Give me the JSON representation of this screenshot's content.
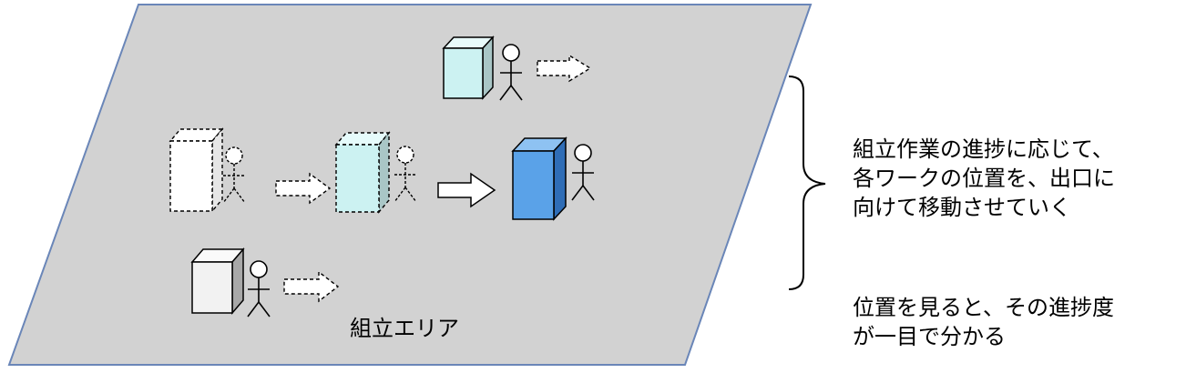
{
  "area": {
    "label": "組立エリア",
    "floor_color": "#d2d2d2",
    "border_color": "#6a86b8"
  },
  "notes": {
    "progress": [
      "組立作業の進捗に応じて、",
      "各ワークの位置を、出口に",
      "向けて移動させていく"
    ],
    "glance": [
      "位置を見ると、その進捗度",
      "が一目で分かる"
    ]
  },
  "workpieces": [
    {
      "name": "workpiece-top",
      "state": "in-progress",
      "color": "#ccf2f2",
      "outline": "solid"
    },
    {
      "name": "workpiece-start-ghost",
      "state": "previous-position",
      "color": "#ffffff",
      "outline": "dashed"
    },
    {
      "name": "workpiece-middle-ghost",
      "state": "previous-position",
      "color": "#ccf2f2",
      "outline": "dashed"
    },
    {
      "name": "workpiece-front",
      "state": "advanced",
      "color": "#5aa2e8",
      "outline": "solid"
    },
    {
      "name": "workpiece-bottom",
      "state": "started",
      "color": "#f2f2f2",
      "outline": "solid"
    }
  ],
  "icons": [
    "worker-figure-icon",
    "move-arrow-icon",
    "brace-icon"
  ]
}
